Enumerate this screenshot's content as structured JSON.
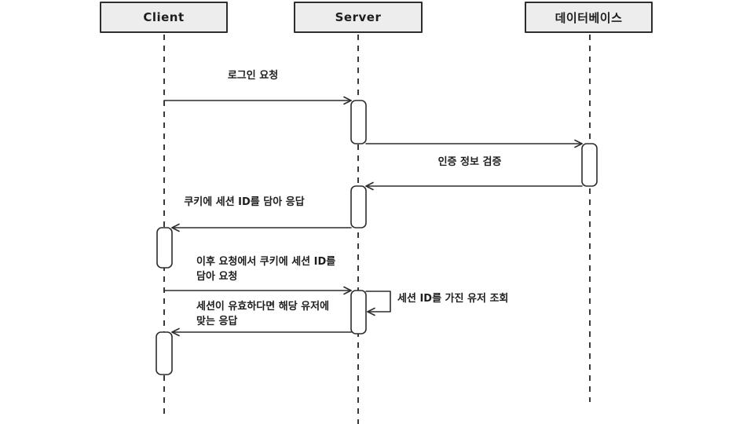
{
  "diagram": {
    "type": "sequence-diagram",
    "actors": [
      {
        "id": "client",
        "label": "Client"
      },
      {
        "id": "server",
        "label": "Server"
      },
      {
        "id": "database",
        "label": "데이터베이스"
      }
    ],
    "messages": [
      {
        "label": "로그인 요청",
        "from": "Client",
        "to": "Server"
      },
      {
        "label": "인증 정보 검증",
        "from": "Server",
        "to": "데이터베이스"
      },
      {
        "label": "쿠키에 세션 ID를 담아 응답",
        "from": "Server",
        "to": "Client"
      },
      {
        "label": "이후 요청에서 쿠키에 세션 ID를\n담아 요청",
        "from": "Client",
        "to": "Server"
      },
      {
        "label": "세션 ID를 가진 유저 조회",
        "from": "Server",
        "to": "Server"
      },
      {
        "label": "세션이 유효하다면 해당 유저에\n맞는 응답",
        "from": "Server",
        "to": "Client"
      }
    ],
    "colors": {
      "background": "#ffffff",
      "stroke": "#2d2d2d",
      "actor_fill": "#ededed",
      "activation_fill": "#ffffff",
      "text": "#1e1e1e"
    }
  }
}
